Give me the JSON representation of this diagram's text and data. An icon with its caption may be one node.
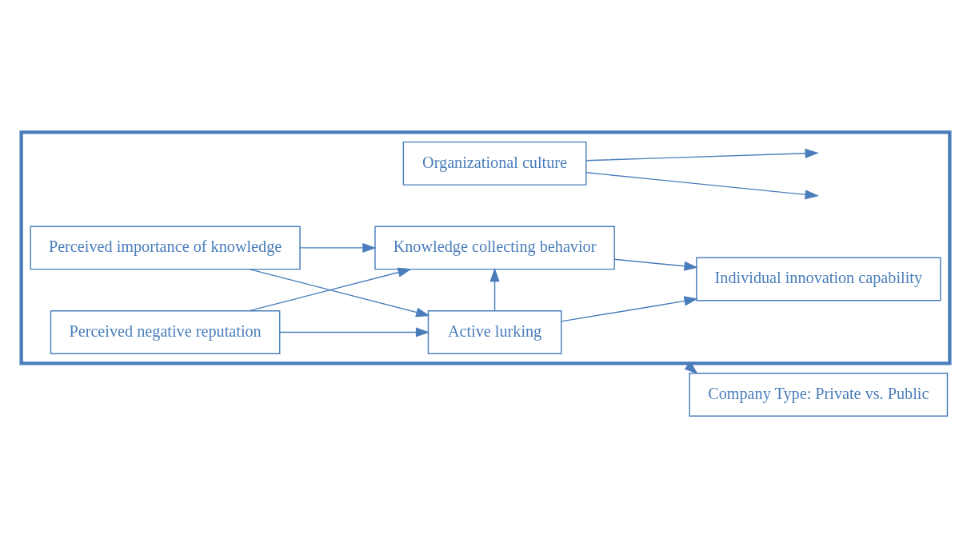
{
  "diagram": {
    "nodes": [
      {
        "text": [],
        "shape": "box"
      },
      {
        "text": [
          "Organizational culture"
        ],
        "in": 0
      },
      {
        "text": [
          "Perceived importance of knowledge"
        ],
        "in": 0
      },
      {
        "text": [
          "Knowledge collecting behavior"
        ],
        "in": 0
      },
      {
        "text": [
          "Individual innovation capability"
        ],
        "in": 0
      },
      {
        "text": [
          "Perceived negative reputation"
        ],
        "in": 0
      },
      {
        "text": [
          "Active lurking"
        ],
        "in": 0
      },
      {
        "text": [
          "Company Type: Private vs. Public"
        ]
      }
    ],
    "edges": [
      {
        "from": 2,
        "to": 3,
        "arrow": "to"
      },
      {
        "from": 2,
        "to": 6,
        "arrow": "to"
      },
      {
        "from": 5,
        "to": 3,
        "arrow": "to"
      },
      {
        "from": 5,
        "to": 6,
        "arrow": "to"
      },
      {
        "from": 6,
        "to": 3,
        "arrow": "to"
      },
      {
        "from": 3,
        "to": 4,
        "arrow": "to"
      },
      {
        "from": 6,
        "to": 4,
        "arrow": "to"
      },
      {
        "from": 1,
        "to": null,
        "arrow": "to"
      },
      {
        "from": 1,
        "to": null,
        "arrow": "to"
      },
      {
        "from": 0,
        "to": 7,
        "arrow": "to"
      }
    ]
  }
}
